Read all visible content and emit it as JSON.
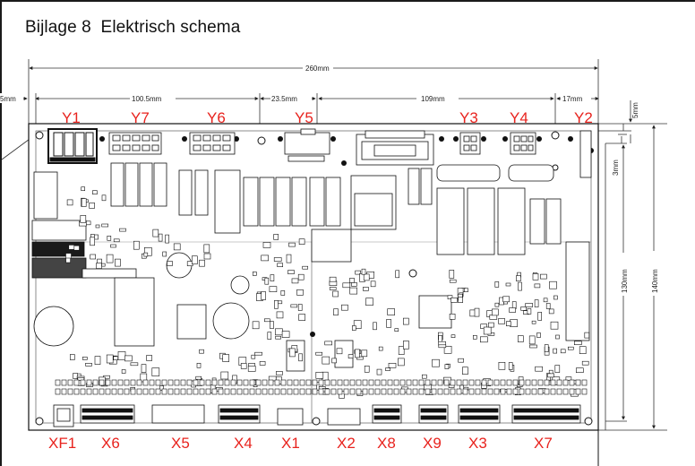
{
  "document": {
    "title": "Bijlage 8  Elektrisch schema"
  },
  "dimensions": {
    "overall_width": "260mm",
    "left_margin": "5mm",
    "span_y1_y6": "100.5mm",
    "span_y6_y5": "23.5mm",
    "span_y5_y3": "109mm",
    "span_y4_y2": "17mm",
    "right_top_offset": "5mm",
    "right_small_offset": "3mm",
    "board_height": "130mm",
    "overall_height": "140mm"
  },
  "connectors": {
    "top": [
      "Y1",
      "Y7",
      "Y6",
      "Y5",
      "Y3",
      "Y4",
      "Y2"
    ],
    "bottom": [
      "XF1",
      "X6",
      "X5",
      "X4",
      "X1",
      "X2",
      "X8",
      "X9",
      "X3",
      "X7"
    ]
  },
  "colors": {
    "label_red": "#e8231e",
    "line": "#1a1a1a",
    "board_fill": "#ffffff"
  }
}
